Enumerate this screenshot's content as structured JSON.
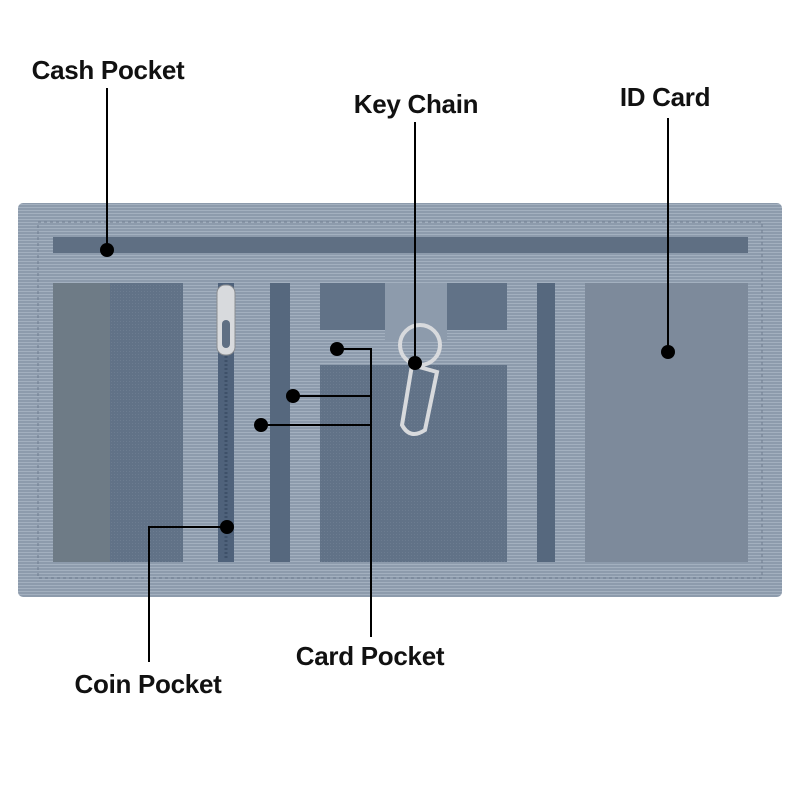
{
  "labels": {
    "cash_pocket": "Cash Pocket",
    "key_chain": "Key Chain",
    "id_card": "ID Card",
    "card_pocket": "Card Pocket",
    "coin_pocket": "Coin Pocket"
  },
  "colors": {
    "wallet_band": "#8d9bac",
    "pocket_dark": "#617287",
    "pocket_mid": "#6b7b8f",
    "id_window": "#7d8a9b",
    "leader": "#000000",
    "metal": "#d8dadd"
  }
}
